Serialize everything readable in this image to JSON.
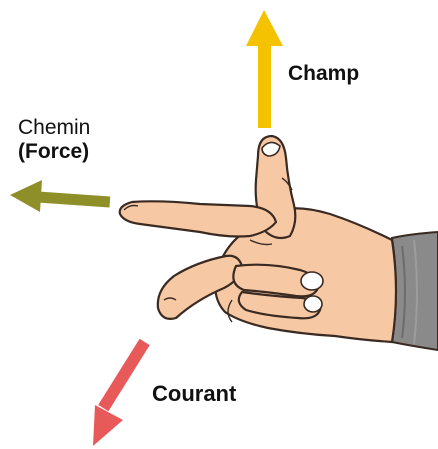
{
  "labels": {
    "champ": "Champ",
    "chemin": "Chemin",
    "force": "(Force)",
    "courant": "Courant"
  },
  "arrows": {
    "champ": {
      "direction": "up",
      "color": "#f5c200"
    },
    "force": {
      "direction": "left",
      "color": "#8f8f2a"
    },
    "courant": {
      "direction": "down-left",
      "color": "#e85a5a"
    }
  },
  "colors": {
    "skin": "#f6c9a4",
    "skin_outline": "#3a2a22",
    "sleeve": "#8a8a8a",
    "text": "#111111"
  },
  "icons": {
    "hand": "right-hand-illustration"
  }
}
